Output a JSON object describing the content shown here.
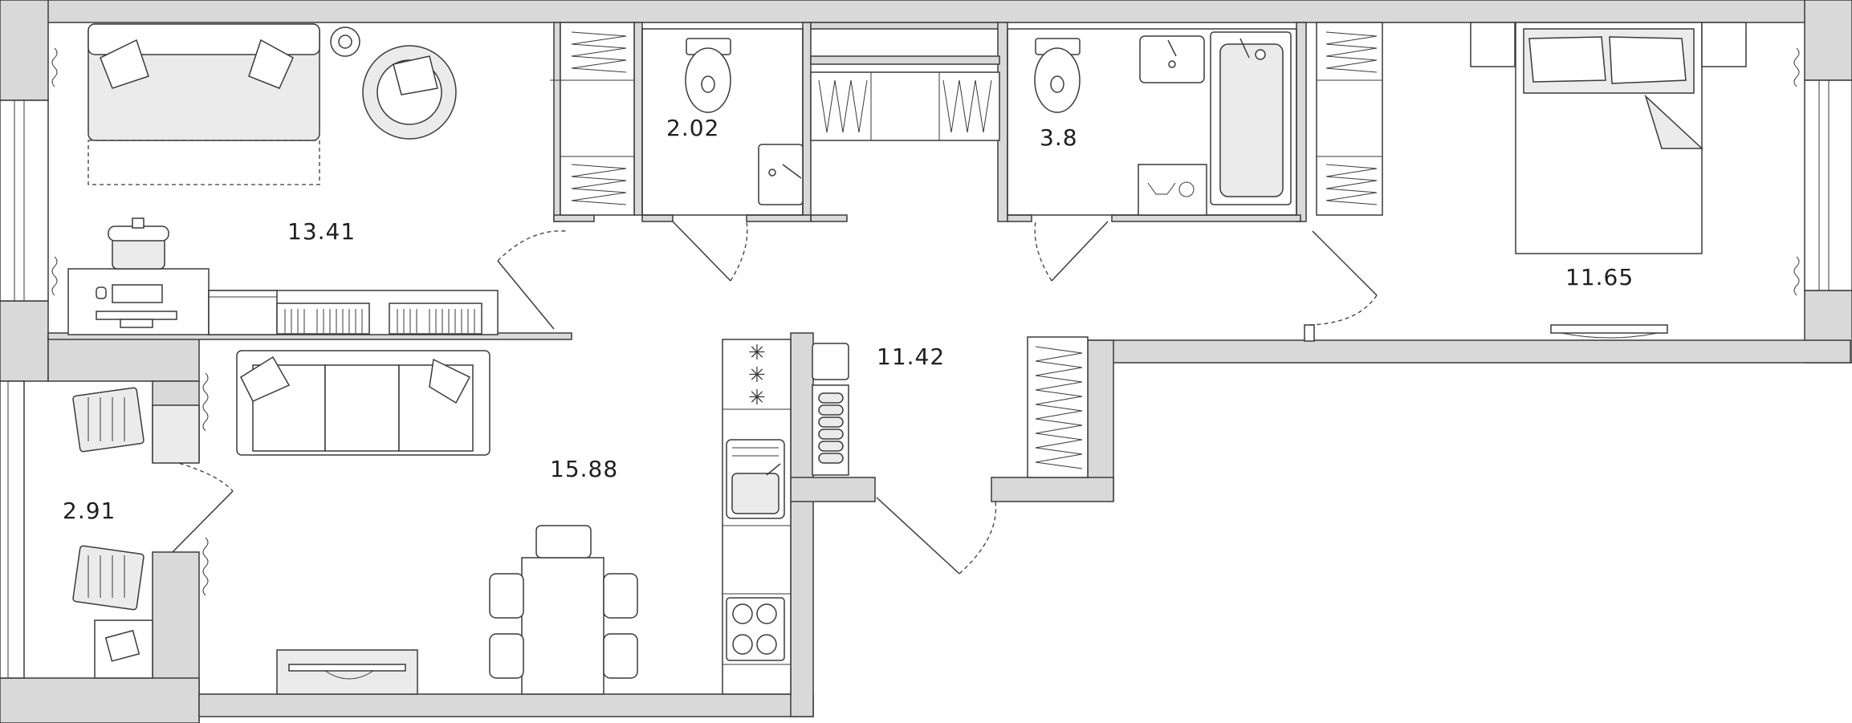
{
  "rooms": {
    "living": {
      "area": "13.41"
    },
    "wc": {
      "area": "2.02"
    },
    "bathroom": {
      "area": "3.8"
    },
    "bedroom": {
      "area": "11.65"
    },
    "hallway": {
      "area": "11.42"
    },
    "kitchen": {
      "area": "15.88"
    },
    "balcony": {
      "area": "2.91"
    }
  },
  "colors": {
    "wall_fill": "#d9d9d9",
    "line": "#3a3a3a",
    "furniture_fill": "#ebebeb",
    "background": "#ffffff"
  }
}
